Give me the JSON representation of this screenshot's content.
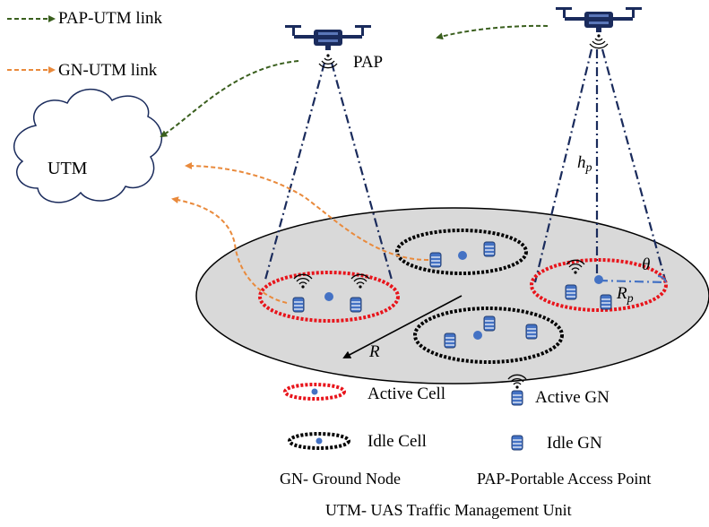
{
  "legend_links": {
    "pap_utm": "PAP-UTM link",
    "gn_utm": "GN-UTM link"
  },
  "labels": {
    "utm": "UTM",
    "pap": "PAP",
    "h": "h",
    "h_sub": "p",
    "theta": "θ",
    "r_cell": "R",
    "r_cell_sub": "p",
    "r_big": "R"
  },
  "legend_items": {
    "active_cell": "Active Cell",
    "active_gn": "Active GN",
    "idle_cell": "Idle Cell",
    "idle_gn": "Idle GN"
  },
  "footnotes": {
    "gn": "GN- Ground Node",
    "pap": "PAP-Portable Access Point",
    "utm": "UTM- UAS Traffic Management Unit"
  },
  "colors": {
    "pap_utm_link": "#3a5f1e",
    "gn_utm_link": "#e98a3c",
    "beam": "#1a2b5c",
    "active_cell": "#e8141b",
    "idle_cell": "#000000",
    "node": "#4472c4",
    "disk_fill": "#d9d9d9"
  }
}
